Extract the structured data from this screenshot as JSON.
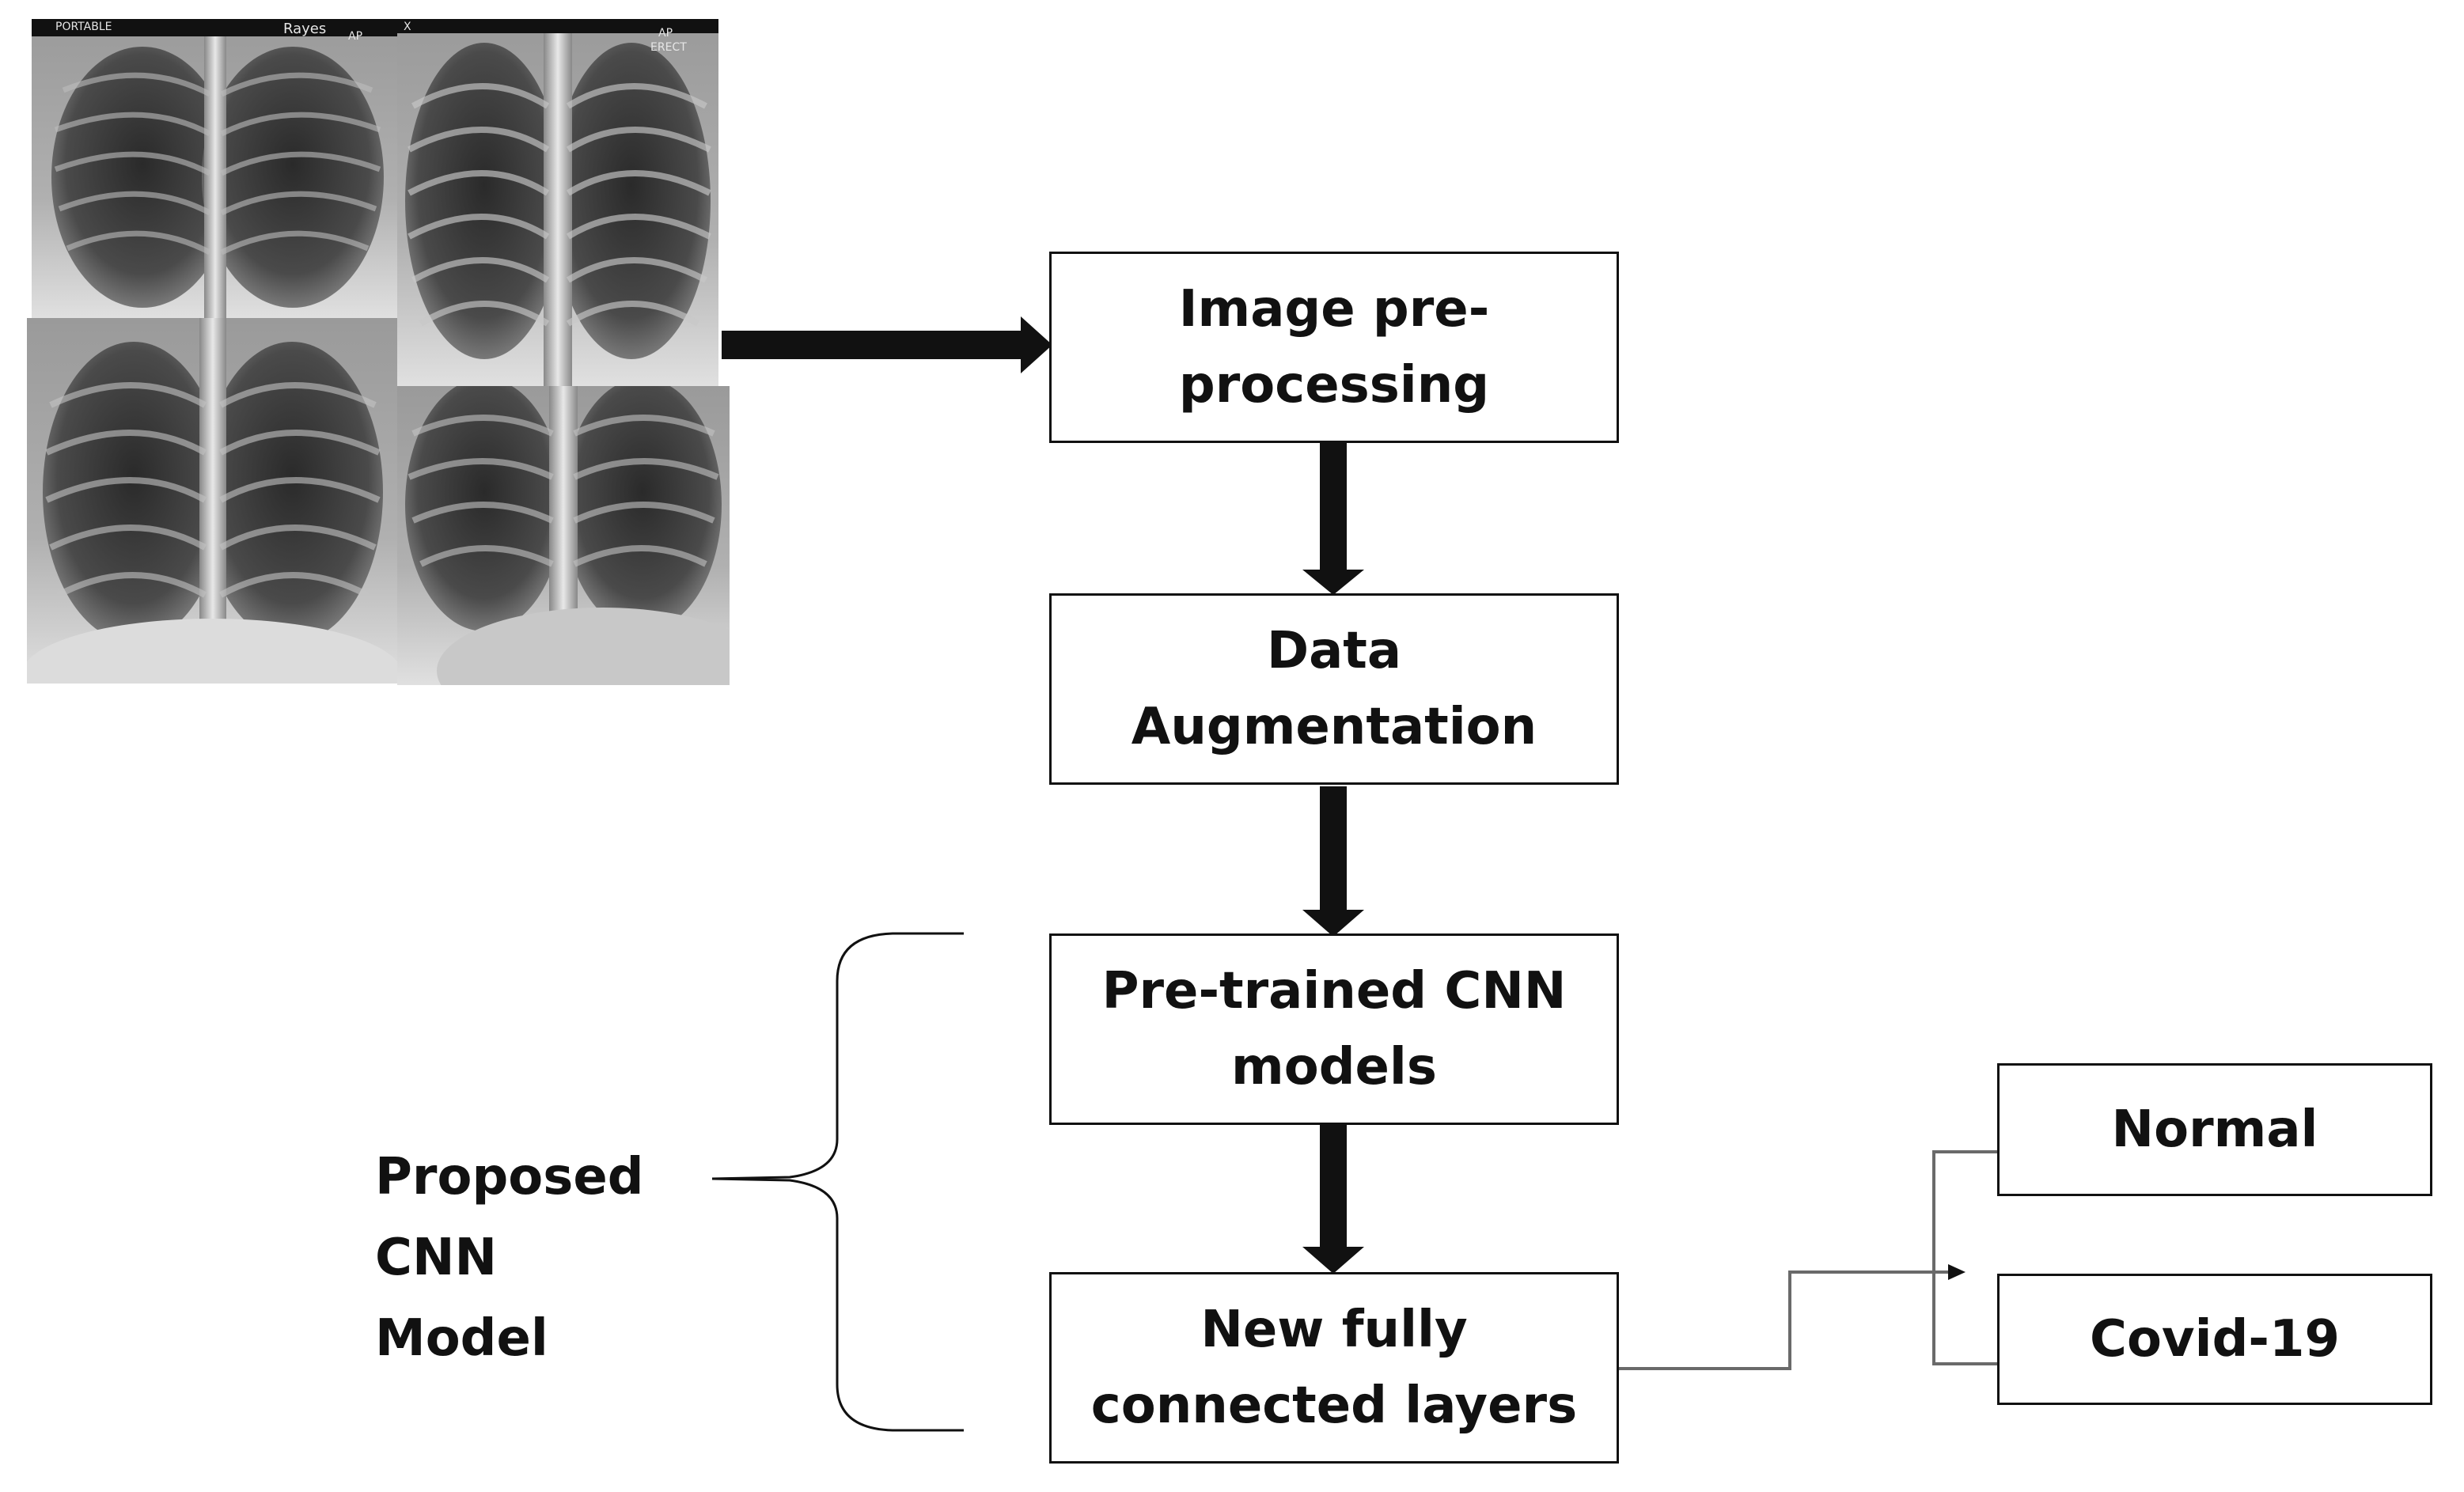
{
  "input_images": {
    "corner_markers": [
      "PORTABLE",
      "Rayes",
      "AP",
      "X",
      "AP",
      "ERECT"
    ]
  },
  "pipeline": {
    "steps": [
      {
        "id": "preprocessing",
        "label": "Image pre-\nprocessing"
      },
      {
        "id": "augmentation",
        "label": "Data\nAugmentation"
      },
      {
        "id": "pretrained",
        "label": "Pre-trained CNN\nmodels"
      },
      {
        "id": "fully-connected",
        "label": "New fully\nconnected layers"
      }
    ]
  },
  "group_label": "Proposed\nCNN\nModel",
  "outputs": [
    {
      "id": "normal",
      "label": "Normal"
    },
    {
      "id": "covid",
      "label": "Covid-19"
    }
  ],
  "colors": {
    "line": "#111111",
    "thin_line": "#6a6a6a",
    "background": "#ffffff"
  }
}
